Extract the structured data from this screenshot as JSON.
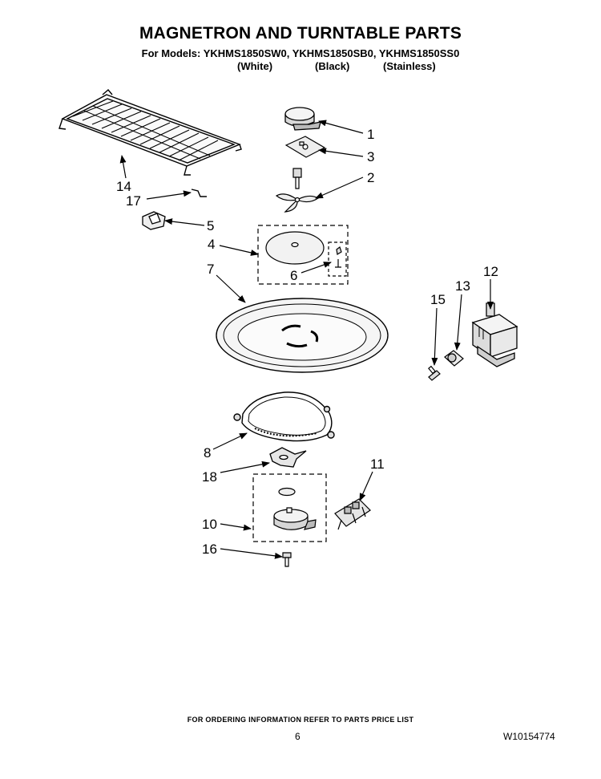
{
  "header": {
    "title": "MAGNETRON AND TURNTABLE PARTS",
    "models": "For Models: YKHMS1850SW0, YKHMS1850SB0, YKHMS1850SS0",
    "variants": [
      "(White)",
      "(Black)",
      "(Stainless)"
    ]
  },
  "callouts": [
    "1",
    "3",
    "2",
    "14",
    "17",
    "5",
    "4",
    "6",
    "7",
    "12",
    "13",
    "15",
    "8",
    "18",
    "11",
    "10",
    "16"
  ],
  "footer": {
    "ordering_note": "FOR ORDERING INFORMATION REFER TO PARTS PRICE LIST",
    "page_number": "6",
    "document_number": "W10154774"
  }
}
